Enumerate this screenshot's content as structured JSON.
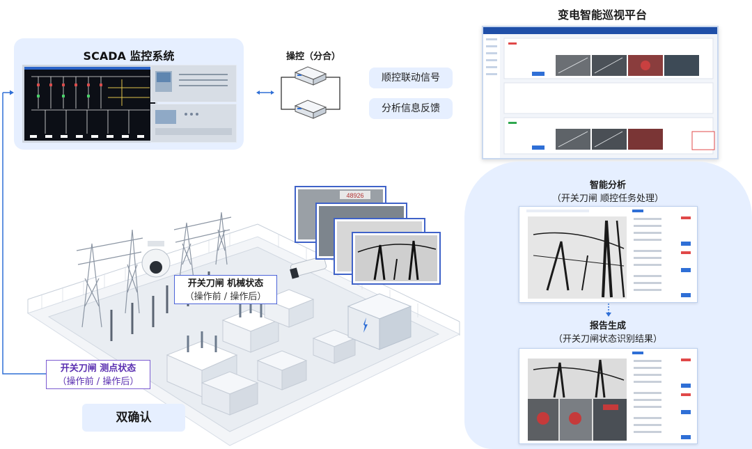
{
  "scada": {
    "title": "SCADA 监控系统"
  },
  "center": {
    "control_label": "操控（分合）",
    "signal_label": "顺控联动信号",
    "feedback_label": "分析信息反馈"
  },
  "platform": {
    "title": "变电智能巡视平台"
  },
  "analysis": {
    "title": "智能分析",
    "subtitle": "（开关刀闸 顺控任务处理）"
  },
  "report": {
    "title": "报告生成",
    "subtitle": "（开关刀闸状态识别结果）"
  },
  "callouts": {
    "mechanical": {
      "title": "开关刀闸 机械状态",
      "sub": "（操作前 / 操作后）"
    },
    "point": {
      "title": "开关刀闸 测点状态",
      "sub": "（操作前 / 操作后）"
    }
  },
  "site": {
    "plate_number": "48926"
  },
  "dual_confirm": "双确认",
  "colors": {
    "panel_bg": "#e6efff",
    "accent_blue": "#2f6fd6",
    "callout_border": "#4a62d8",
    "point_callout_border": "#7b5bd1"
  },
  "icons": [
    "server-icon",
    "bidirectional-arrow-icon",
    "dome-camera-icon",
    "bullet-camera-icon",
    "power-tower-icon",
    "transformer-icon",
    "arrow-down-icon"
  ]
}
